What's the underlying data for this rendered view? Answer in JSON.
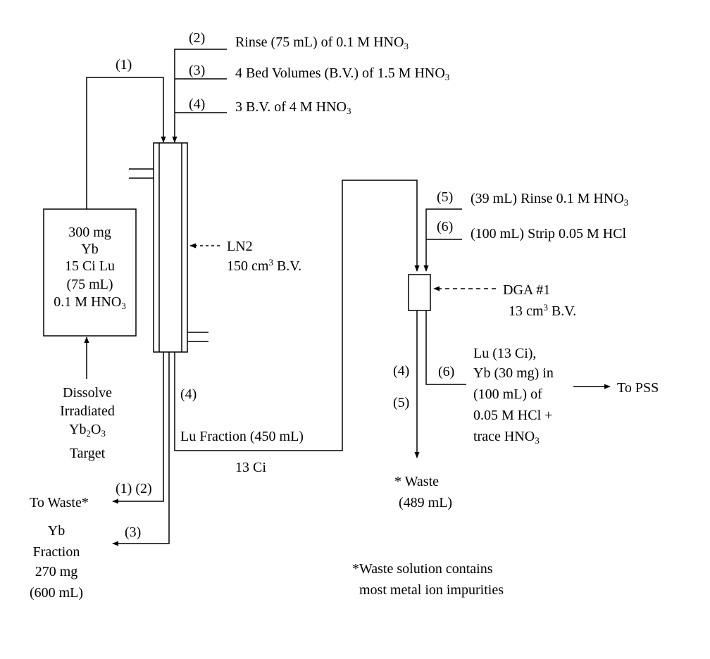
{
  "inputs": {
    "step1": "(1)",
    "step2": "(2)",
    "step3": "(3)",
    "step4": "(4)",
    "rinse_pre": "Rinse (75 mL) of 0.1 M HNO",
    "rinse_sub": "3",
    "bv_pre": "4 Bed Volumes (B.V.) of 1.5 M HNO",
    "bv_sub": "3",
    "strip_pre": "3 B.V. of 4 M HNO",
    "strip_sub": "3"
  },
  "feed": {
    "line1": "300 mg",
    "line2": "Yb",
    "line3": "15 Ci Lu",
    "line4": "(75 mL)",
    "line5_pre": "0.1 M HNO",
    "line5_sub": "3"
  },
  "dissolve": {
    "line1": "Dissolve",
    "line2": "Irradiated",
    "line3_pre": "Yb",
    "line3_sub1": "2",
    "line3_mid": "O",
    "line3_sub2": "3",
    "line4": "Target"
  },
  "ln2": {
    "label": "LN2",
    "volume_pre": "150 cm",
    "volume_sup": "3",
    "volume_post": " B.V."
  },
  "outputs": {
    "step4": "(4)",
    "lu_fraction": "Lu Fraction (450 mL)",
    "lu_activity": "13 Ci",
    "waste_steps": "(1) (2)",
    "to_waste": "To Waste*",
    "yb_step": "(3)",
    "yb_line1": "Yb",
    "yb_line2": "Fraction",
    "yb_line3": "270 mg",
    "yb_line4": "(600 mL)"
  },
  "dga": {
    "step5": "(5)",
    "step6": "(6)",
    "rinse_pre": "(39 mL) Rinse 0.1 M HNO",
    "rinse_sub": "3",
    "strip": "(100 mL) Strip 0.05 M HCl",
    "label": "DGA #1",
    "volume_pre": "13 cm",
    "volume_sup": "3",
    "volume_post": " B.V.",
    "waste_step4": "(4)",
    "waste_step5": "(5)",
    "waste_label": "* Waste",
    "waste_volume": "(489 mL)",
    "product_step": "(6)",
    "product_line1": "Lu (13 Ci),",
    "product_line2": "Yb (30 mg) in",
    "product_line3": "(100 mL) of",
    "product_line4": "0.05 M HCl +",
    "product_line5_pre": "trace HNO",
    "product_line5_sub": "3",
    "to_pss": "To PSS"
  },
  "footnote": {
    "line1": "*Waste solution contains",
    "line2": "most metal ion impurities"
  }
}
